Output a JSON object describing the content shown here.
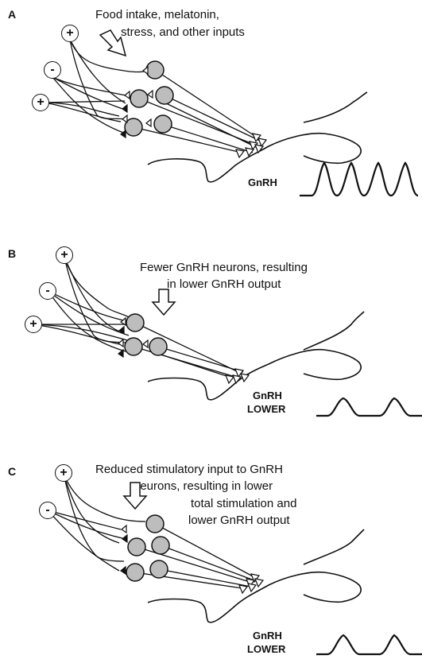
{
  "panels": [
    {
      "letter": "A",
      "caption_lines": [
        "Food intake, melatonin,",
        "stress, and other inputs"
      ],
      "signs": [
        "+",
        "-",
        "+"
      ],
      "gnrh_label": "GnRH",
      "gnrh_sublabel": ""
    },
    {
      "letter": "B",
      "caption_lines": [
        "Fewer GnRH neurons, resulting",
        "in lower GnRH output"
      ],
      "signs": [
        "+",
        "-",
        "+"
      ],
      "gnrh_label": "GnRH",
      "gnrh_sublabel": "LOWER"
    },
    {
      "letter": "C",
      "caption_lines": [
        "Reduced stimulatory input to GnRH",
        "neurons, resulting in lower",
        "total stimulation and",
        "lower GnRH output"
      ],
      "signs": [
        "+",
        "-"
      ],
      "gnrh_label": "GnRH",
      "gnrh_sublabel": "LOWER"
    }
  ],
  "colors": {
    "neuron_fill": "#bdbdbd",
    "stroke": "#111111",
    "background": "#ffffff"
  },
  "icons": {
    "input_arrow": "hollow-down-arrow-icon",
    "stimulatory_terminal": "open-triangle-icon",
    "inhibitory_terminal": "filled-triangle-icon"
  }
}
